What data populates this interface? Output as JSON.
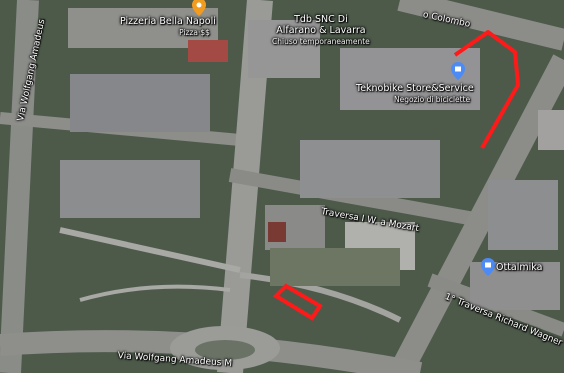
{
  "map": {
    "pois": [
      {
        "name": "Pizzeria Bella Napoli",
        "detail": "Pizza·$$",
        "icon": "restaurant-pin-icon",
        "color": "#f29c1f"
      },
      {
        "name": "Tdb SNC Di",
        "name2": "Alfarano & Lavarra",
        "detail": "Chiuso temporaneamente"
      },
      {
        "name": "Teknobike Store&Service",
        "detail": "Negozio di biciclette",
        "icon": "shopping-pin-icon",
        "color": "#4c8bf5"
      },
      {
        "name": "Ottalmika",
        "icon": "shopping-pin-icon",
        "color": "#4c8bf5"
      }
    ],
    "streets": [
      "Via Wolfgang Amadeus",
      "Traversa I W. a Mozart",
      "1° Traversa Richard Wagner",
      "Via Wolfgang Amadeus M",
      "o Colombo"
    ],
    "annotations": {
      "color": "#ff1a1a"
    }
  }
}
